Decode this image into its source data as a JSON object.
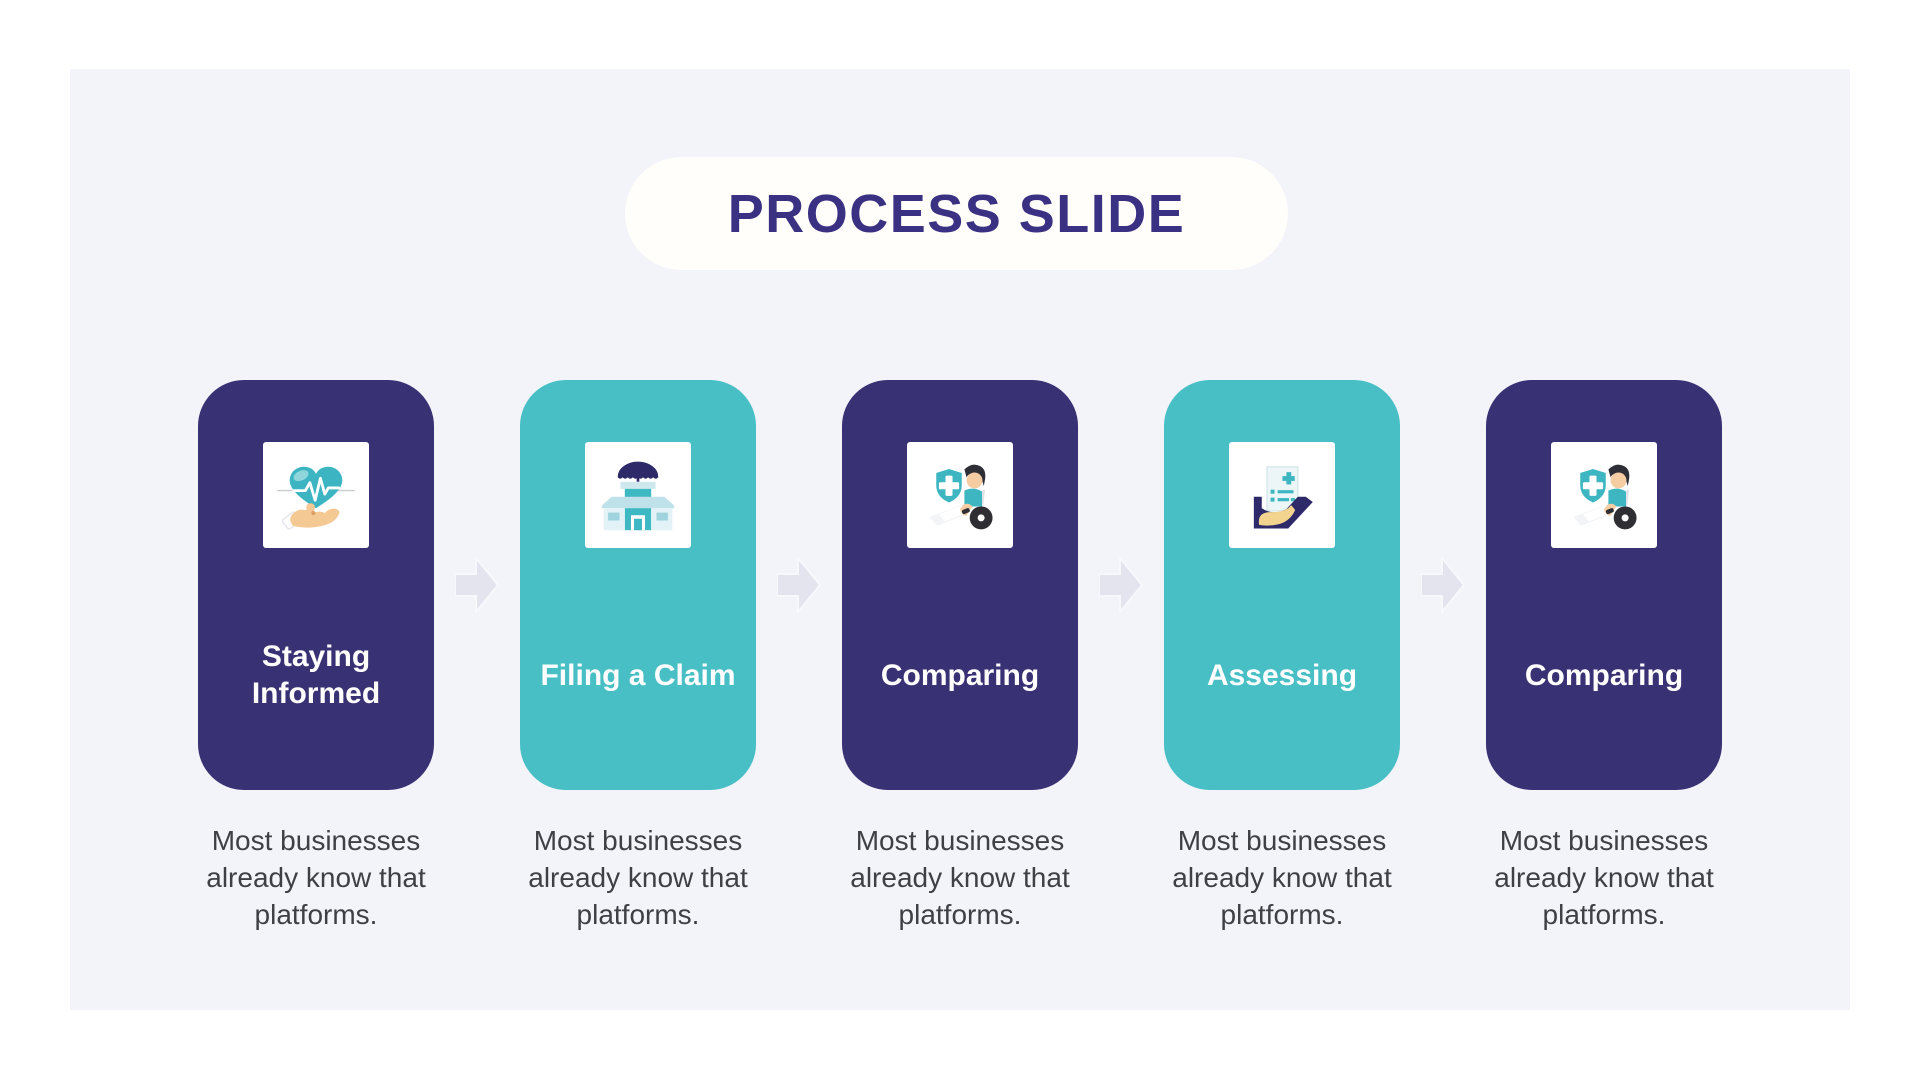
{
  "slide": {
    "title": "PROCESS SLIDE",
    "colors": {
      "background": "#ffffff",
      "panel": "#f3f3fa",
      "title_text": "#3a3183",
      "card_navy": "#383173",
      "card_teal": "#47bfc5",
      "arrow": "#e4e4ee",
      "description_text": "#3f3f46"
    }
  },
  "steps": [
    {
      "title": "Staying Informed",
      "description": "Most businesses already know that platforms.",
      "color": "navy",
      "icon": "heart-pulse-hand-icon"
    },
    {
      "title": "Filing a Claim",
      "description": "Most businesses already know that platforms.",
      "color": "teal",
      "icon": "insurance-building-umbrella-icon"
    },
    {
      "title": "Comparing",
      "description": "Most businesses already know that platforms.",
      "color": "navy",
      "icon": "patient-wheelchair-shield-icon"
    },
    {
      "title": "Assessing",
      "description": "Most businesses already know that platforms.",
      "color": "teal",
      "icon": "medical-document-hand-icon"
    },
    {
      "title": "Comparing",
      "description": "Most businesses already know that platforms.",
      "color": "navy",
      "icon": "patient-wheelchair-shield-icon"
    }
  ]
}
